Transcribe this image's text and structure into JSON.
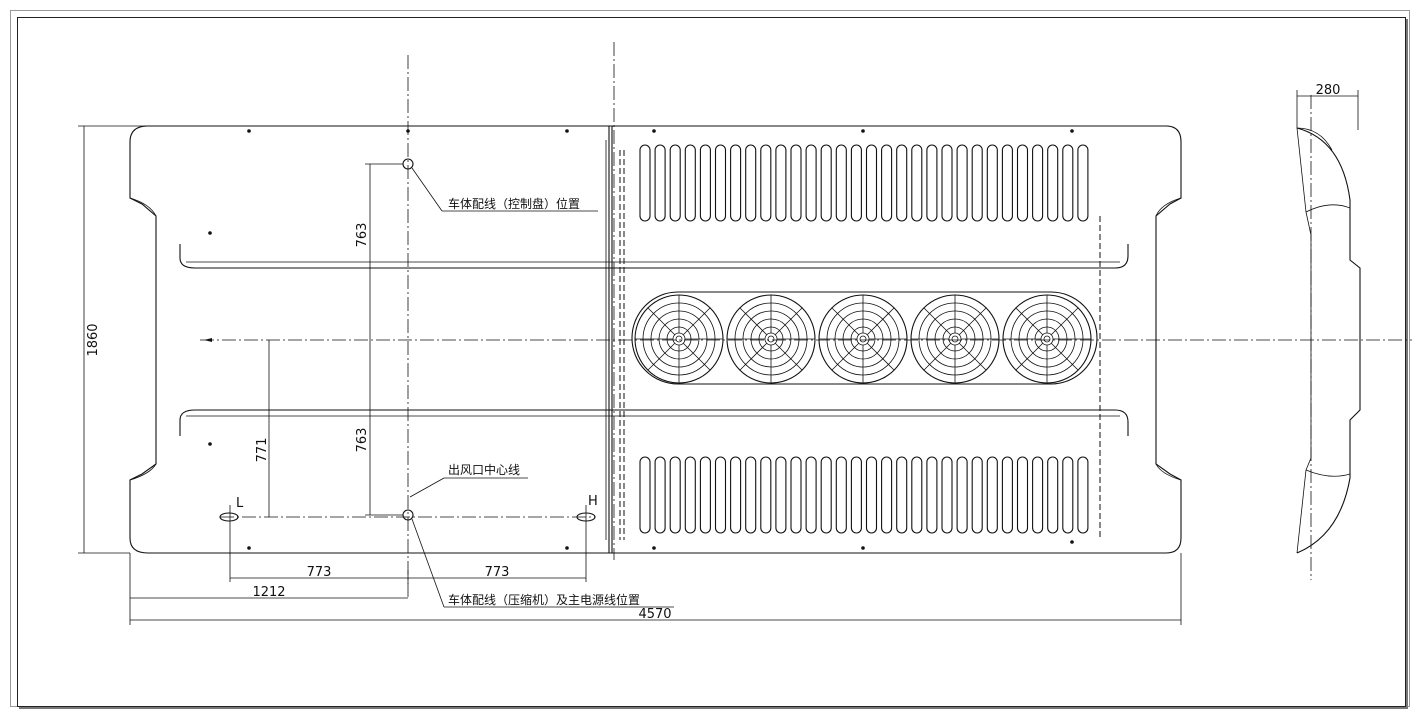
{
  "dimensions": {
    "d_1860": "1860",
    "d_763_top": "763",
    "d_763_bottom": "763",
    "d_771": "771",
    "d_773_left": "773",
    "d_773_right": "773",
    "d_1212": "1212",
    "d_4570": "4570",
    "d_280": "280"
  },
  "markers": {
    "left": "L",
    "right": "H"
  },
  "annotations": {
    "control_panel_wiring": "车体配线（控制盘）位置",
    "air_outlet_centerline": "出风口中心线",
    "compressor_wiring": "车体配线（压缩机）及主电源线位置"
  },
  "fans": {
    "count": 5
  }
}
